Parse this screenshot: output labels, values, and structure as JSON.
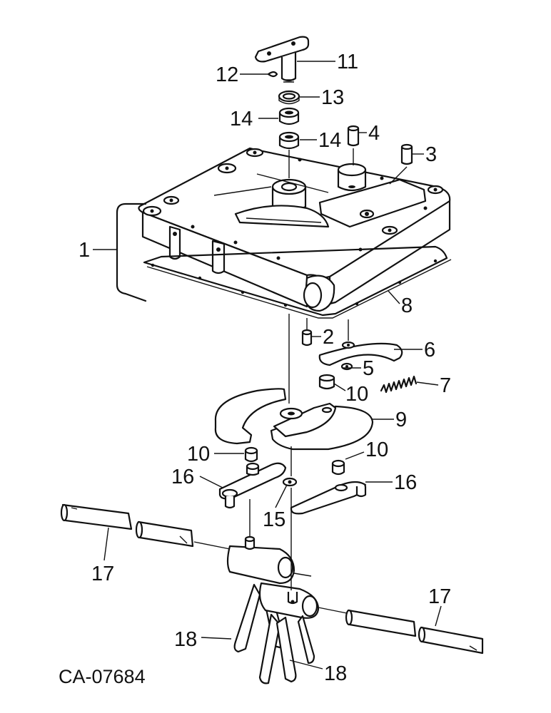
{
  "figure_code": "CA-07684",
  "callouts": [
    {
      "id": "c11",
      "text": "11"
    },
    {
      "id": "c12",
      "text": "12"
    },
    {
      "id": "c13",
      "text": "13"
    },
    {
      "id": "c14a",
      "text": "14"
    },
    {
      "id": "c14b",
      "text": "14"
    },
    {
      "id": "c4",
      "text": "4"
    },
    {
      "id": "c3",
      "text": "3"
    },
    {
      "id": "c1",
      "text": "1"
    },
    {
      "id": "c8",
      "text": "8"
    },
    {
      "id": "c2",
      "text": "2"
    },
    {
      "id": "c6",
      "text": "6"
    },
    {
      "id": "c5",
      "text": "5"
    },
    {
      "id": "c7",
      "text": "7"
    },
    {
      "id": "c10a",
      "text": "10"
    },
    {
      "id": "c9",
      "text": "9"
    },
    {
      "id": "c10b",
      "text": "10"
    },
    {
      "id": "c10c",
      "text": "10"
    },
    {
      "id": "c16a",
      "text": "16"
    },
    {
      "id": "c16b",
      "text": "16"
    },
    {
      "id": "c15",
      "text": "15"
    },
    {
      "id": "c17a",
      "text": "17"
    },
    {
      "id": "c17b",
      "text": "17"
    },
    {
      "id": "c18a",
      "text": "18"
    },
    {
      "id": "c18b",
      "text": "18"
    }
  ]
}
